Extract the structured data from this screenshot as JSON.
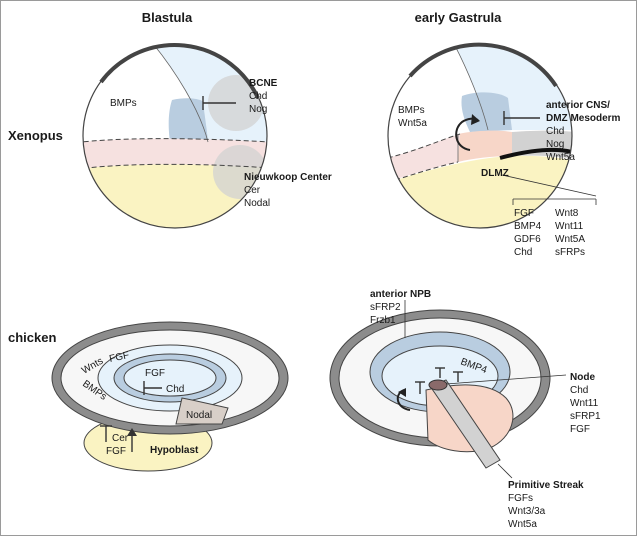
{
  "columns": {
    "blastula": "Blastula",
    "early_gastrula": "early Gastrula"
  },
  "rows": {
    "xenopus": "Xenopus",
    "chicken": "chicken"
  },
  "xenopus_blastula": {
    "bmps": "BMPs",
    "bcne": {
      "title": "BCNE",
      "items": [
        "Chd",
        "Nog"
      ]
    },
    "nieuwkoop": {
      "title": "Nieuwkoop Center",
      "items": [
        "Cer",
        "Nodal"
      ]
    }
  },
  "xenopus_gastrula": {
    "bmps": "BMPs",
    "wnt5a": "Wnt5a",
    "anterior": {
      "title_1": "anterior CNS/",
      "title_2": "DMZ Mesoderm",
      "items": [
        "Chd",
        "Nog",
        "Wnt5a"
      ]
    },
    "dlmz": {
      "title": "DLMZ",
      "left": [
        "FGF",
        "BMP4",
        "GDF6",
        "Chd"
      ],
      "right": [
        "Wnt8",
        "Wnt11",
        "Wnt5A",
        "sFRPs"
      ]
    }
  },
  "chicken_blastula": {
    "wnts": "Wnts",
    "fgf_outer": "FGF",
    "bmps": "BMPs",
    "fgf_inner": "FGF",
    "chd": "Chd",
    "nodal": "Nodal",
    "cer": "Cer",
    "fgf_hypo": "FGF",
    "hypoblast": "Hypoblast"
  },
  "chicken_gastrula": {
    "anterior_npb": {
      "title": "anterior NPB",
      "items": [
        "sFRP2",
        "Frzb1"
      ]
    },
    "bmp4": "BMP4",
    "node": {
      "title": "Node",
      "items": [
        "Chd",
        "Wnt11",
        "sFRP1",
        "FGF"
      ]
    },
    "primitive_streak": {
      "title": "Primitive Streak",
      "items": [
        "FGFs",
        "Wnt3/3a",
        "Wnt5a"
      ]
    }
  },
  "colors": {
    "frame": "#9a9a9a",
    "outline": "#444444",
    "light_blue": "#e6f2fb",
    "mid_blue": "#b9cde0",
    "yellow": "#faf3c2",
    "pink": "#f6e1e0",
    "peach": "#f7d6c8",
    "grey_ring": "#8c8c8c",
    "grey_shadow": "#d2d2d2"
  }
}
